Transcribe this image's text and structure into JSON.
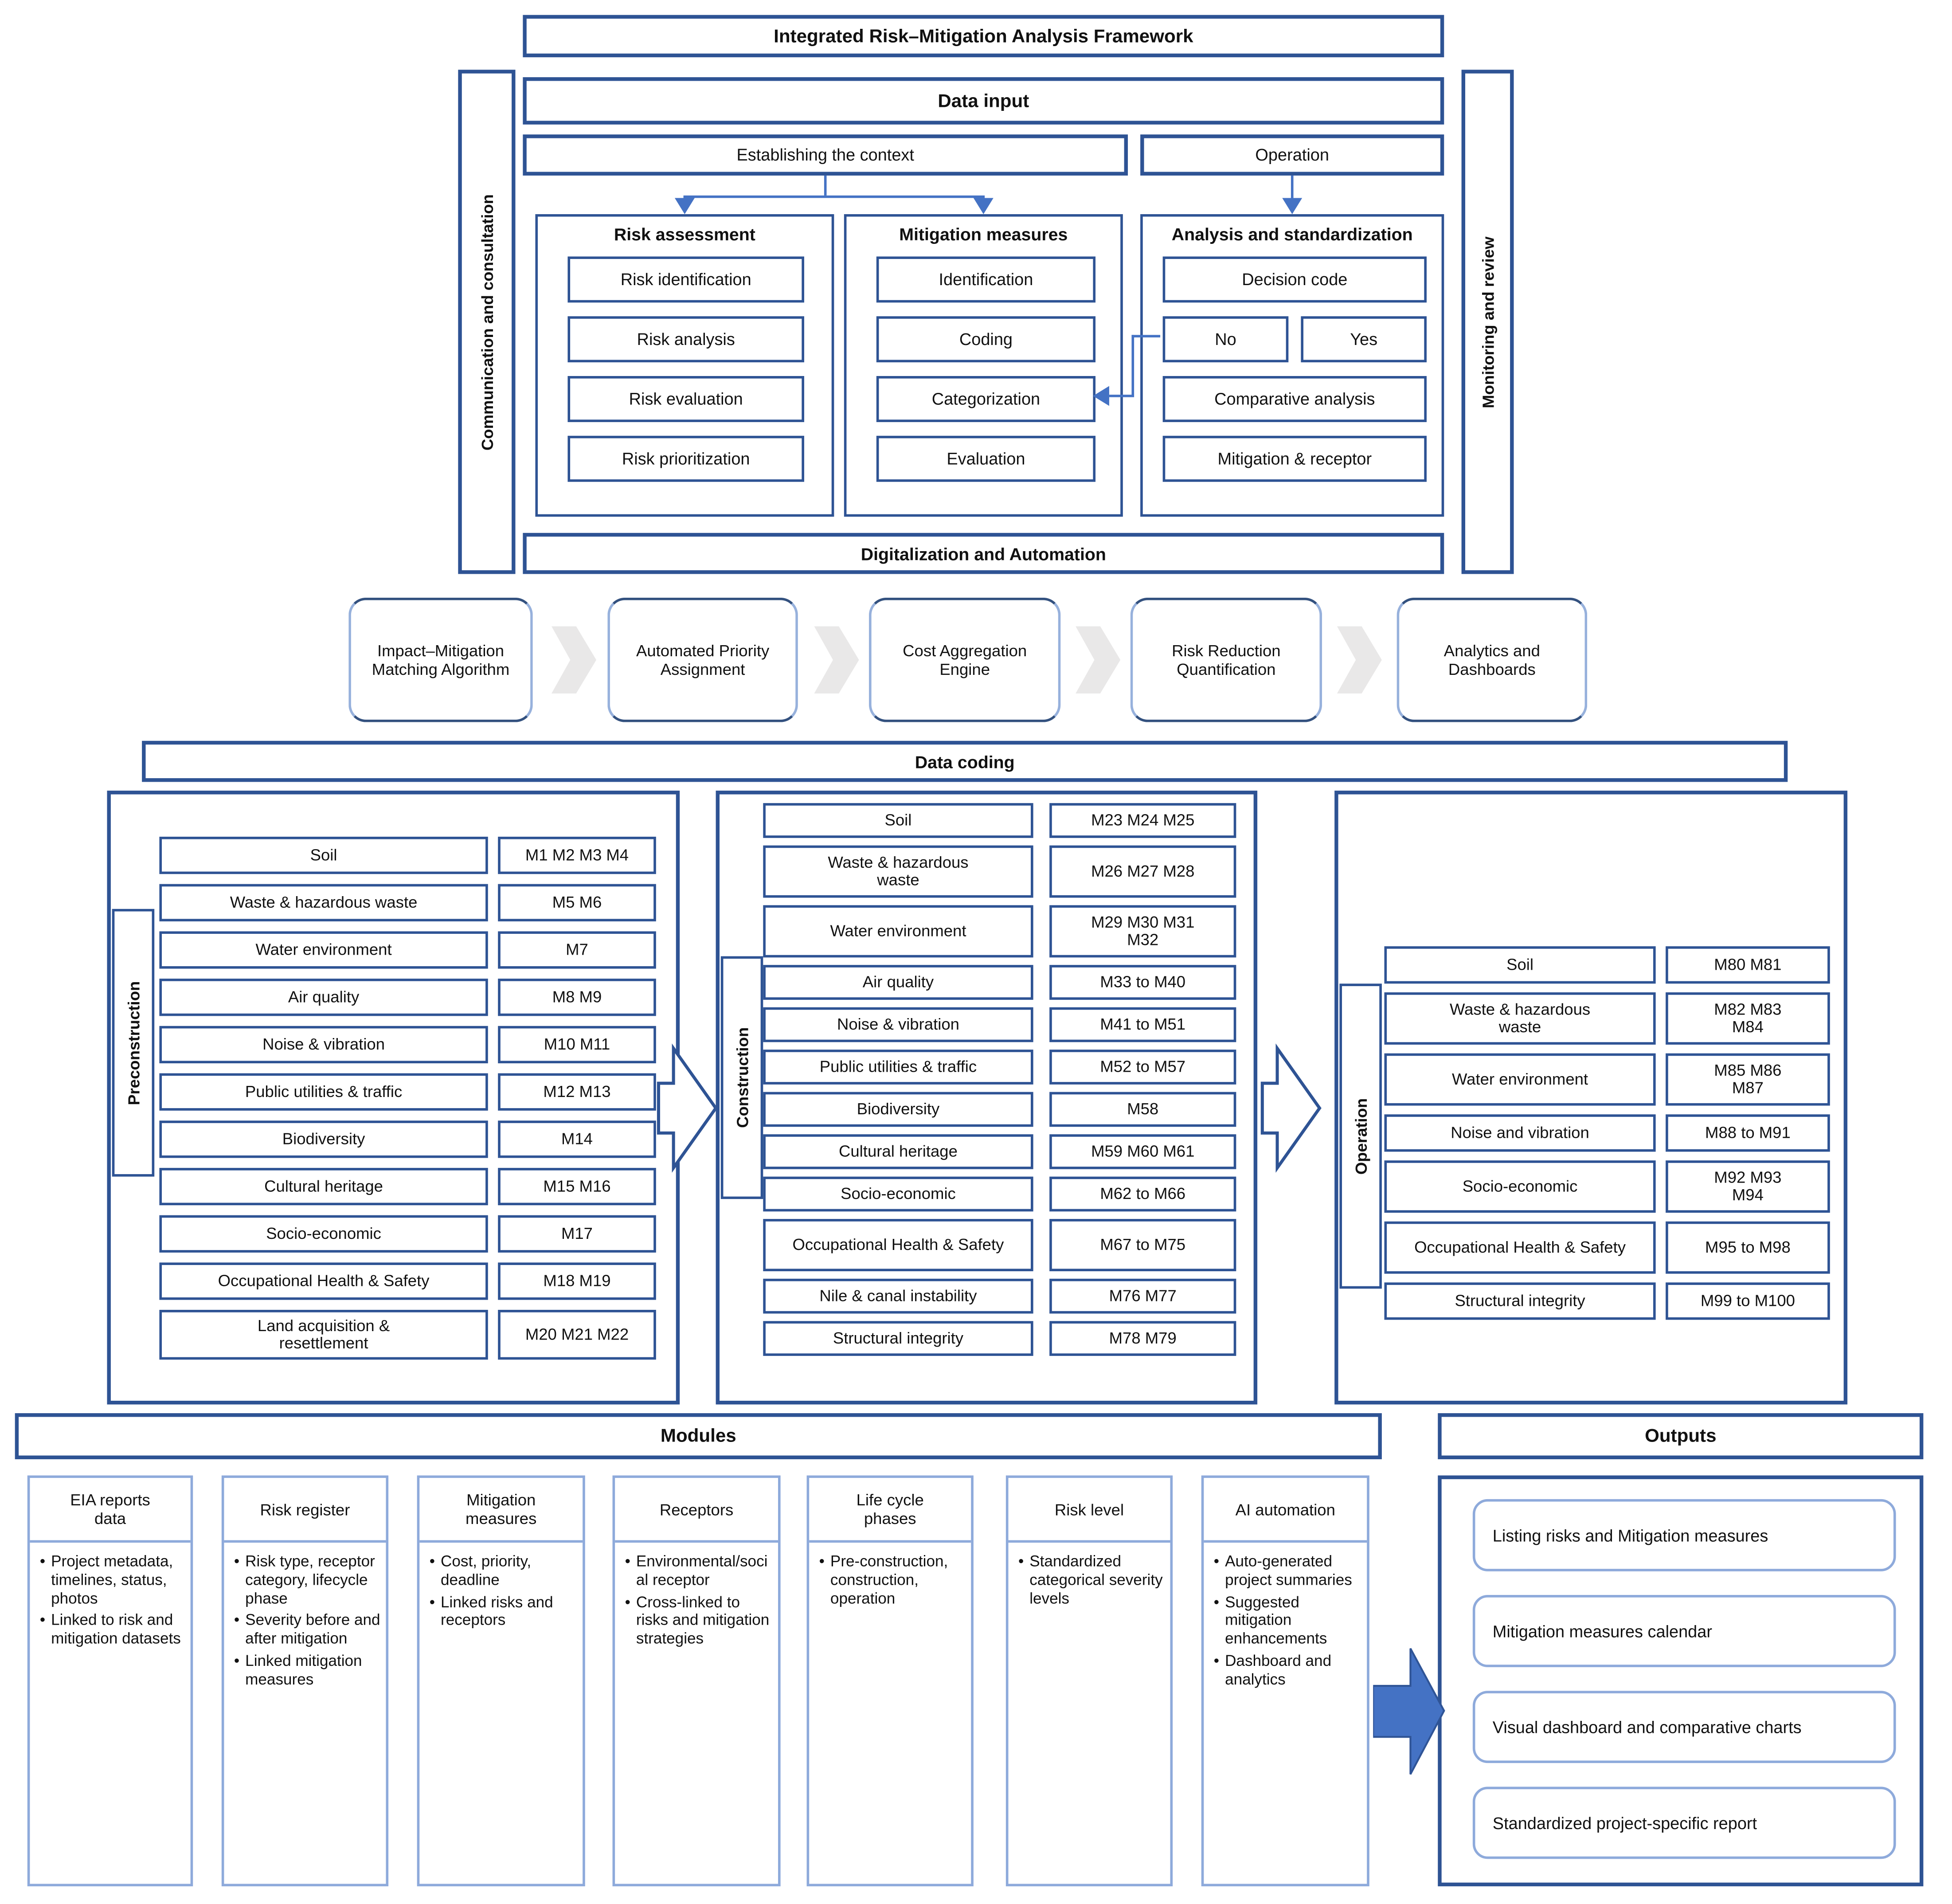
{
  "framework": {
    "title": "Integrated Risk–Mitigation Analysis Framework",
    "left_rail": "Communication and consultation",
    "right_rail": "Monitoring and review",
    "data_input": "Data input",
    "context": "Establishing the context",
    "operation": "Operation",
    "bottom_bar": "Digitalization and Automation",
    "risk_assessment": {
      "title": "Risk assessment",
      "items": [
        "Risk identification",
        "Risk analysis",
        "Risk evaluation",
        "Risk prioritization"
      ]
    },
    "mitigation": {
      "title": "Mitigation measures",
      "items": [
        "Identification",
        "Coding",
        "Categorization",
        "Evaluation"
      ]
    },
    "analysis": {
      "title": "Analysis and standardization",
      "decision": "Decision code",
      "no": "No",
      "yes": "Yes",
      "comparative": "Comparative analysis",
      "mitigation_receptor": "Mitigation & receptor"
    }
  },
  "pipeline": {
    "steps": [
      "Impact–Mitigation Matching Algorithm",
      "Automated Priority Assignment",
      "Cost Aggregation Engine",
      "Risk Reduction Quantification",
      "Analytics and Dashboards"
    ]
  },
  "coding": {
    "title": "Data coding",
    "phases": [
      {
        "name": "Preconstruction",
        "rows": [
          {
            "label": "Soil",
            "codes": "M1 M2 M3 M4"
          },
          {
            "label": "Waste & hazardous waste",
            "codes": "M5 M6"
          },
          {
            "label": "Water environment",
            "codes": "M7"
          },
          {
            "label": "Air quality",
            "codes": "M8 M9"
          },
          {
            "label": "Noise & vibration",
            "codes": "M10 M11"
          },
          {
            "label": "Public utilities & traffic",
            "codes": "M12 M13"
          },
          {
            "label": "Biodiversity",
            "codes": "M14"
          },
          {
            "label": "Cultural heritage",
            "codes": "M15 M16"
          },
          {
            "label": "Socio-economic",
            "codes": "M17"
          },
          {
            "label": "Occupational Health & Safety",
            "codes": "M18 M19"
          },
          {
            "label": "Land acquisition & resettlement",
            "codes": "M20 M21 M22"
          }
        ]
      },
      {
        "name": "Construction",
        "rows": [
          {
            "label": "Soil",
            "codes": "M23 M24 M25"
          },
          {
            "label": "Waste & hazardous waste",
            "codes": "M26 M27 M28"
          },
          {
            "label": "Water environment",
            "codes": "M29 M30 M31 M32"
          },
          {
            "label": "Air quality",
            "codes": "M33 to M40"
          },
          {
            "label": "Noise & vibration",
            "codes": "M41 to M51"
          },
          {
            "label": "Public utilities & traffic",
            "codes": "M52 to M57"
          },
          {
            "label": "Biodiversity",
            "codes": "M58"
          },
          {
            "label": "Cultural heritage",
            "codes": "M59 M60 M61"
          },
          {
            "label": "Socio-economic",
            "codes": "M62 to M66"
          },
          {
            "label": "Occupational Health & Safety",
            "codes": "M67 to M75"
          },
          {
            "label": "Nile & canal instability",
            "codes": "M76 M77"
          },
          {
            "label": "Structural integrity",
            "codes": "M78 M79"
          }
        ]
      },
      {
        "name": "Operation",
        "rows": [
          {
            "label": "Soil",
            "codes": "M80 M81"
          },
          {
            "label": "Waste & hazardous waste",
            "codes": "M82 M83 M84"
          },
          {
            "label": "Water environment",
            "codes": "M85 M86 M87"
          },
          {
            "label": "Noise and vibration",
            "codes": "M88 to M91"
          },
          {
            "label": "Socio-economic",
            "codes": "M92 M93 M94"
          },
          {
            "label": "Occupational Health & Safety",
            "codes": "M95 to M98"
          },
          {
            "label": "Structural integrity",
            "codes": "M99 to M100"
          }
        ]
      }
    ]
  },
  "modules": {
    "title": "Modules",
    "columns": [
      {
        "title": "EIA reports data",
        "bullets": [
          "Project metadata, timelines, status, photos",
          "Linked to risk and mitigation datasets"
        ]
      },
      {
        "title": "Risk register",
        "bullets": [
          "Risk type, receptor category, lifecycle phase",
          "Severity before and after mitigation",
          "Linked mitigation measures"
        ]
      },
      {
        "title": "Mitigation measures",
        "bullets": [
          "Cost, priority, deadline",
          "Linked risks and receptors"
        ]
      },
      {
        "title": "Receptors",
        "bullets": [
          "Environmental/social receptor",
          "Cross-linked to risks and mitigation strategies"
        ]
      },
      {
        "title": "Life cycle phases",
        "bullets": [
          "Pre-construction, construction, operation"
        ]
      },
      {
        "title": "Risk level",
        "bullets": [
          "Standardized categorical severity levels"
        ]
      },
      {
        "title": "AI automation",
        "bullets": [
          "Auto-generated project summaries",
          "Suggested mitigation enhancements",
          "Dashboard and analytics"
        ]
      }
    ]
  },
  "outputs": {
    "title": "Outputs",
    "items": [
      "Listing risks and Mitigation measures",
      "Mitigation measures calendar",
      "Visual dashboard and comparative charts",
      "Standardized project-specific report"
    ]
  },
  "colors": {
    "navy": "#2e5394",
    "accent_blue": "#4472c4",
    "light_blue": "#8eaadb",
    "chevron_gray": "#e9e8e8"
  }
}
